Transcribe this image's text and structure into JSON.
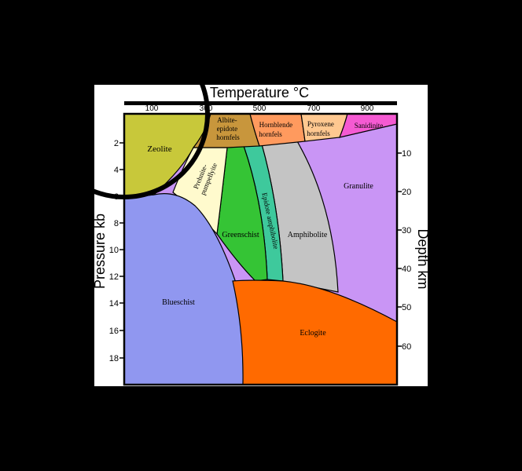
{
  "diagram": {
    "title": "Temperature °C",
    "left_axis_label": "Pressure kb",
    "right_axis_label": "Depth km",
    "top_ticks": [
      "100",
      "300",
      "500",
      "700",
      "900"
    ],
    "left_ticks": [
      "2",
      "4",
      "6",
      "8",
      "10",
      "12",
      "14",
      "16",
      "18"
    ],
    "right_ticks": [
      "10",
      "20",
      "30",
      "40",
      "50",
      "60"
    ],
    "facies": [
      {
        "name": "zeolite",
        "label": "Zeolite",
        "color": "#c8c83a"
      },
      {
        "name": "albite-epidote-hornfels",
        "lines": [
          "Albite-",
          "epidote",
          "hornfels"
        ],
        "color": "#c8963c"
      },
      {
        "name": "hornblende-hornfels",
        "lines": [
          "Hornblende",
          "hornfels"
        ],
        "color": "#ff9a5e"
      },
      {
        "name": "pyroxene-hornfels",
        "lines": [
          "Pyroxene",
          "hornfels"
        ],
        "color": "#ffc890"
      },
      {
        "name": "sanidinite",
        "label": "Sanidinite",
        "color": "#f55ad2"
      },
      {
        "name": "prehnite-pumpellyite",
        "lines": [
          "Prehnite-",
          "pumpellyite"
        ],
        "color": "#fffacd"
      },
      {
        "name": "greenschist",
        "label": "Greenschist",
        "color": "#35c435"
      },
      {
        "name": "epidote-amphibolite",
        "label": "Epidote amphibolite",
        "color": "#3ec99c"
      },
      {
        "name": "amphibolite",
        "label": "Amphibolite",
        "color": "#c4c4c4"
      },
      {
        "name": "granulite",
        "label": "Granulite",
        "color": "#c995f5"
      },
      {
        "name": "blueschist",
        "label": "Blueschist",
        "color": "#9097f0"
      },
      {
        "name": "eclogite",
        "label": "Eclogite",
        "color": "#ff6a00"
      }
    ]
  }
}
